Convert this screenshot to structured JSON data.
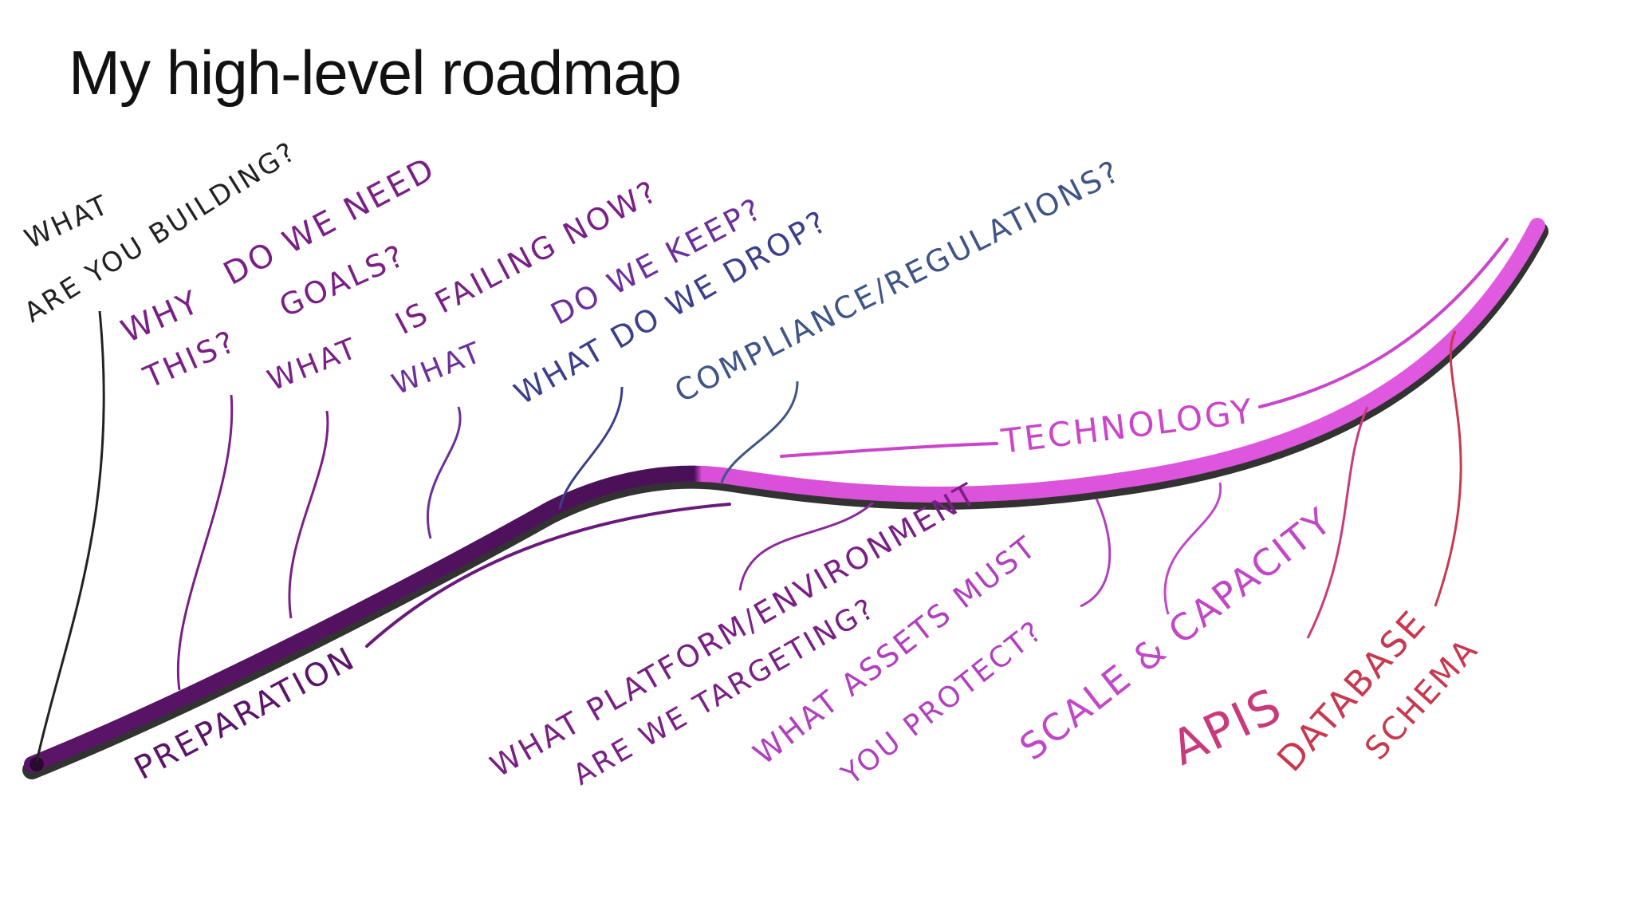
{
  "slide": {
    "title": "My high-level roadmap"
  },
  "phases": {
    "preparation": "PREPARATION",
    "technology": "TECHNOLOGY"
  },
  "preparation_questions": {
    "what_building_1": "WHAT",
    "what_building_2": "ARE YOU BUILDING?",
    "why_1": "WHY",
    "why_2": "THIS?",
    "do_we_need": "DO WE NEED",
    "goals": "GOALS?",
    "failing_1": "WHAT",
    "failing_2": "IS FAILING NOW?",
    "keep_1": "WHAT",
    "keep_2": "DO WE KEEP?",
    "drop": "WHAT DO WE DROP?",
    "compliance": "COMPLIANCE/REGULATIONS?"
  },
  "technology_topics": {
    "platform_1": "WHAT PLATFORM/ENVIRONMENT",
    "platform_2": "ARE WE TARGETING?",
    "assets_1": "WHAT ASSETS MUST",
    "assets_2": "YOU PROTECT?",
    "scale": "SCALE & CAPACITY",
    "apis": "APIS",
    "db_1": "DATABASE",
    "db_2": "SCHEMA"
  },
  "colors": {
    "preparation_line": "#5b1469",
    "technology_line": "#d94fd9",
    "ink_black": "#222222",
    "ink_purple": "#7a1f86",
    "ink_violet": "#6c2f9b",
    "ink_navy": "#3c3f8a",
    "ink_blue_slate": "#3e5585",
    "ink_magenta": "#c247c8",
    "ink_pink": "#c93a7c",
    "ink_red": "#c8384e"
  },
  "icons": [
    "dot-marker"
  ]
}
